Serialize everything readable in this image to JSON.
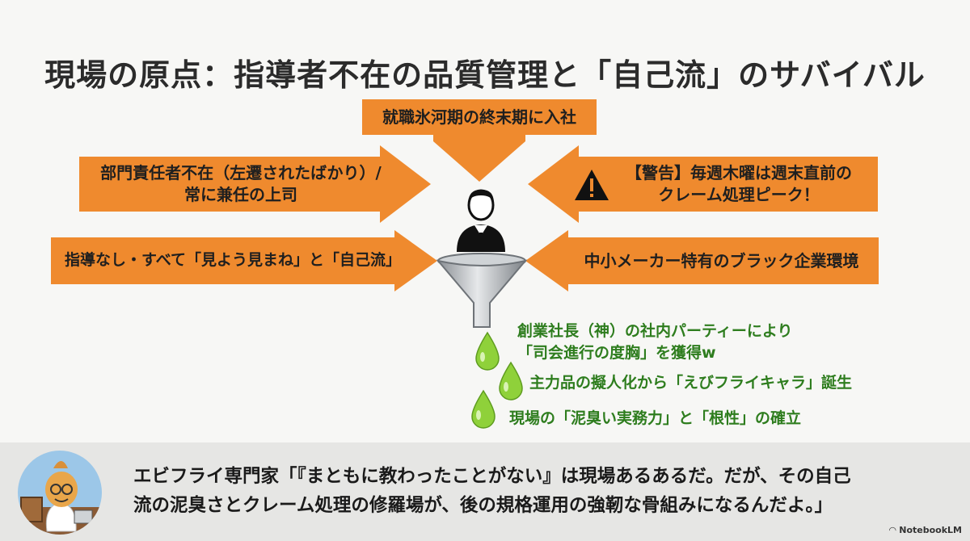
{
  "title": "現場の原点：指導者不在の品質管理と「自己流」のサバイバル",
  "inputs": {
    "top": "就職氷河期の終末期に入社",
    "left_upper_line1": "部門責任者不在（左遷されたばかり）/",
    "left_upper_line2": "常に兼任の上司",
    "left_lower": "指導なし・すべて「見よう見まね」と「自己流」",
    "right_upper_line1": "【警告】毎週木曜は週末直前の",
    "right_upper_line2": "クレーム処理ピーク！",
    "right_lower": "中小メーカー特有のブラック企業環境"
  },
  "outputs": {
    "drop1_line1": "創業社長（神）の社内パーティーにより",
    "drop1_line2": "「司会進行の度胸」を獲得w",
    "drop2": "主力品の擬人化から「えびフライキャラ」誕生",
    "drop3": "現場の「泥臭い実務力」と「根性」の確立"
  },
  "footer": {
    "quote_line1": "エビフライ専門家「『まともに教わったことがない』は現場あるあるだ。だが、その自己",
    "quote_line2": "流の泥臭さとクレーム処理の修羅場が、後の規格運用の強靭な骨組みになるんだよ。」",
    "brand": "NotebookLM"
  },
  "colors": {
    "arrow": "#ef8a2e",
    "drop_text": "#2e7d1e",
    "drop": "#8fd13a",
    "footer_bg": "#e6e6e4"
  },
  "icons": {
    "warning": "warning-icon",
    "person": "person-icon",
    "funnel": "funnel-icon",
    "droplet": "droplet-icon"
  }
}
